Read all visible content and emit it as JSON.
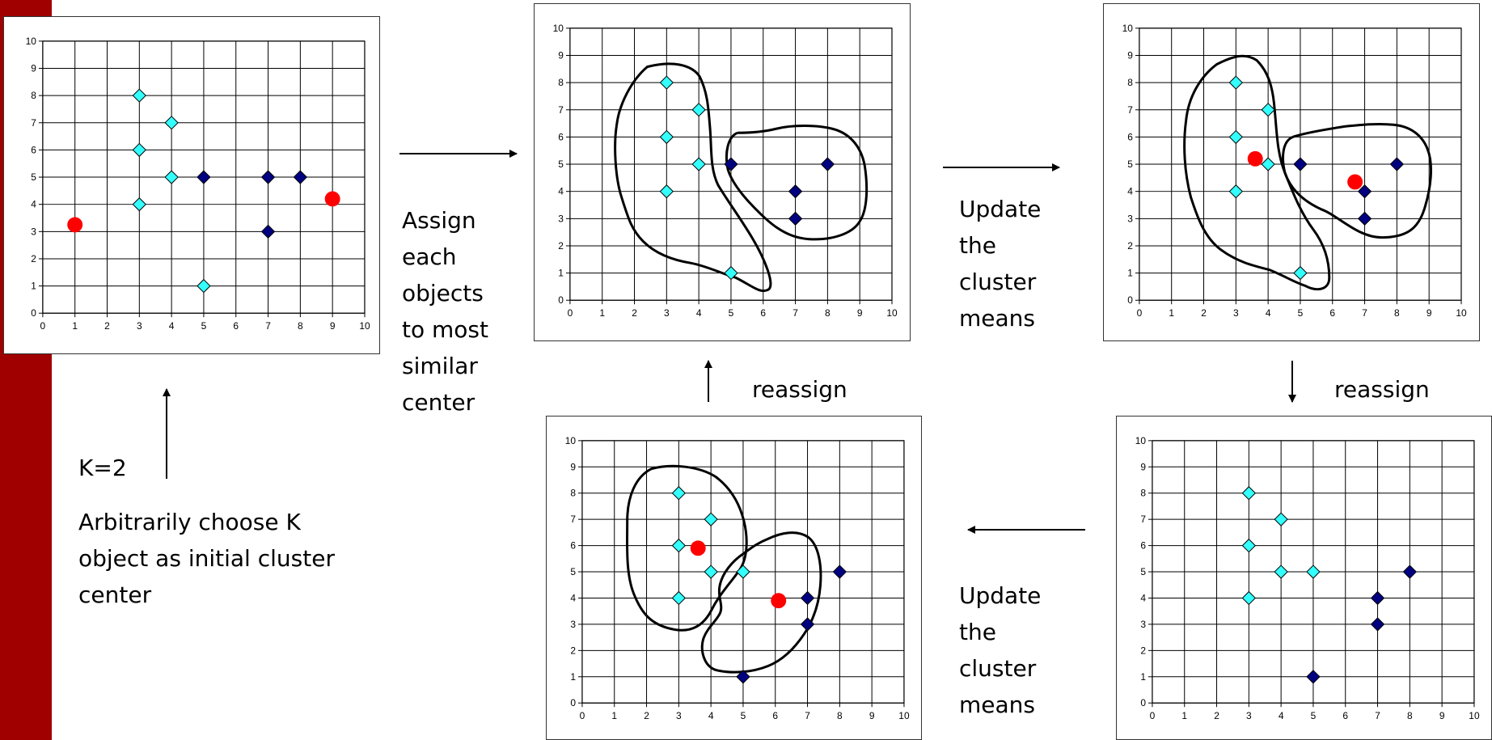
{
  "colors": {
    "side_bar": "#a00000",
    "cluster_a": "#33ffff",
    "cluster_b": "#000080",
    "center": "#ff0000",
    "boundary": "#000000"
  },
  "labels": {
    "assign": [
      "Assign",
      "each",
      "objects",
      "to most",
      "similar",
      "center"
    ],
    "update_top": [
      "Update",
      "the",
      "cluster",
      "means"
    ],
    "reassign_left": "reassign",
    "reassign_right": "reassign",
    "update_bottom": [
      "Update",
      "the",
      "cluster",
      "means"
    ],
    "k_value": "K=2",
    "initial": [
      "Arbitrarily choose K",
      "object as initial cluster",
      "center"
    ]
  },
  "chart_data": [
    {
      "type": "scatter",
      "xlim": [
        0,
        10
      ],
      "ylim": [
        0,
        10
      ],
      "xticks": [
        0,
        1,
        2,
        3,
        4,
        5,
        6,
        7,
        8,
        9,
        10
      ],
      "yticks": [
        0,
        1,
        2,
        3,
        4,
        5,
        6,
        7,
        8,
        9,
        10
      ],
      "grid": true,
      "series": [
        {
          "marker": "diamond",
          "color": "#33ffff",
          "points": [
            [
              3,
              8
            ],
            [
              4,
              7
            ],
            [
              3,
              6
            ],
            [
              4,
              5
            ],
            [
              3,
              4
            ],
            [
              5,
              1
            ]
          ]
        },
        {
          "marker": "diamond",
          "color": "#000080",
          "points": [
            [
              5,
              5
            ],
            [
              7,
              5
            ],
            [
              8,
              5
            ],
            [
              7,
              3
            ]
          ]
        },
        {
          "marker": "circle",
          "color": "#ff0000",
          "points": [
            [
              1,
              3.25
            ],
            [
              9,
              4.2
            ]
          ]
        }
      ]
    },
    {
      "type": "scatter",
      "xlim": [
        0,
        10
      ],
      "ylim": [
        0,
        10
      ],
      "xticks": [
        0,
        1,
        2,
        3,
        4,
        5,
        6,
        7,
        8,
        9,
        10
      ],
      "yticks": [
        0,
        1,
        2,
        3,
        4,
        5,
        6,
        7,
        8,
        9,
        10
      ],
      "grid": true,
      "series": [
        {
          "marker": "diamond",
          "color": "#33ffff",
          "points": [
            [
              3,
              8
            ],
            [
              4,
              7
            ],
            [
              3,
              6
            ],
            [
              4,
              5
            ],
            [
              3,
              4
            ],
            [
              5,
              1
            ]
          ]
        },
        {
          "marker": "diamond",
          "color": "#000080",
          "points": [
            [
              5,
              5
            ],
            [
              8,
              5
            ],
            [
              7,
              4
            ],
            [
              7,
              3
            ]
          ]
        }
      ]
    },
    {
      "type": "scatter",
      "xlim": [
        0,
        10
      ],
      "ylim": [
        0,
        10
      ],
      "xticks": [
        0,
        1,
        2,
        3,
        4,
        5,
        6,
        7,
        8,
        9,
        10
      ],
      "yticks": [
        0,
        1,
        2,
        3,
        4,
        5,
        6,
        7,
        8,
        9,
        10
      ],
      "grid": true,
      "series": [
        {
          "marker": "diamond",
          "color": "#33ffff",
          "points": [
            [
              3,
              8
            ],
            [
              4,
              7
            ],
            [
              3,
              6
            ],
            [
              4,
              5
            ],
            [
              3,
              4
            ],
            [
              5,
              1
            ]
          ]
        },
        {
          "marker": "diamond",
          "color": "#000080",
          "points": [
            [
              5,
              5
            ],
            [
              8,
              5
            ],
            [
              7,
              4
            ],
            [
              7,
              3
            ]
          ]
        },
        {
          "marker": "circle",
          "color": "#ff0000",
          "points": [
            [
              3.6,
              5.2
            ],
            [
              6.7,
              4.35
            ]
          ]
        }
      ]
    },
    {
      "type": "scatter",
      "xlim": [
        0,
        10
      ],
      "ylim": [
        0,
        10
      ],
      "xticks": [
        0,
        1,
        2,
        3,
        4,
        5,
        6,
        7,
        8,
        9,
        10
      ],
      "yticks": [
        0,
        1,
        2,
        3,
        4,
        5,
        6,
        7,
        8,
        9,
        10
      ],
      "grid": true,
      "series": [
        {
          "marker": "diamond",
          "color": "#33ffff",
          "points": [
            [
              3,
              8
            ],
            [
              4,
              7
            ],
            [
              3,
              6
            ],
            [
              4,
              5
            ],
            [
              5,
              5
            ],
            [
              3,
              4
            ]
          ]
        },
        {
          "marker": "diamond",
          "color": "#000080",
          "points": [
            [
              8,
              5
            ],
            [
              7,
              4
            ],
            [
              7,
              3
            ],
            [
              5,
              1
            ]
          ]
        }
      ]
    },
    {
      "type": "scatter",
      "xlim": [
        0,
        10
      ],
      "ylim": [
        0,
        10
      ],
      "xticks": [
        0,
        1,
        2,
        3,
        4,
        5,
        6,
        7,
        8,
        9,
        10
      ],
      "yticks": [
        0,
        1,
        2,
        3,
        4,
        5,
        6,
        7,
        8,
        9,
        10
      ],
      "grid": true,
      "series": [
        {
          "marker": "diamond",
          "color": "#33ffff",
          "points": [
            [
              3,
              8
            ],
            [
              4,
              7
            ],
            [
              3,
              6
            ],
            [
              4,
              5
            ],
            [
              5,
              5
            ],
            [
              3,
              4
            ]
          ]
        },
        {
          "marker": "diamond",
          "color": "#000080",
          "points": [
            [
              8,
              5
            ],
            [
              7,
              4
            ],
            [
              7,
              3
            ],
            [
              5,
              1
            ]
          ]
        },
        {
          "marker": "circle",
          "color": "#ff0000",
          "points": [
            [
              3.6,
              5.9
            ],
            [
              6.1,
              3.9
            ]
          ]
        }
      ]
    }
  ]
}
